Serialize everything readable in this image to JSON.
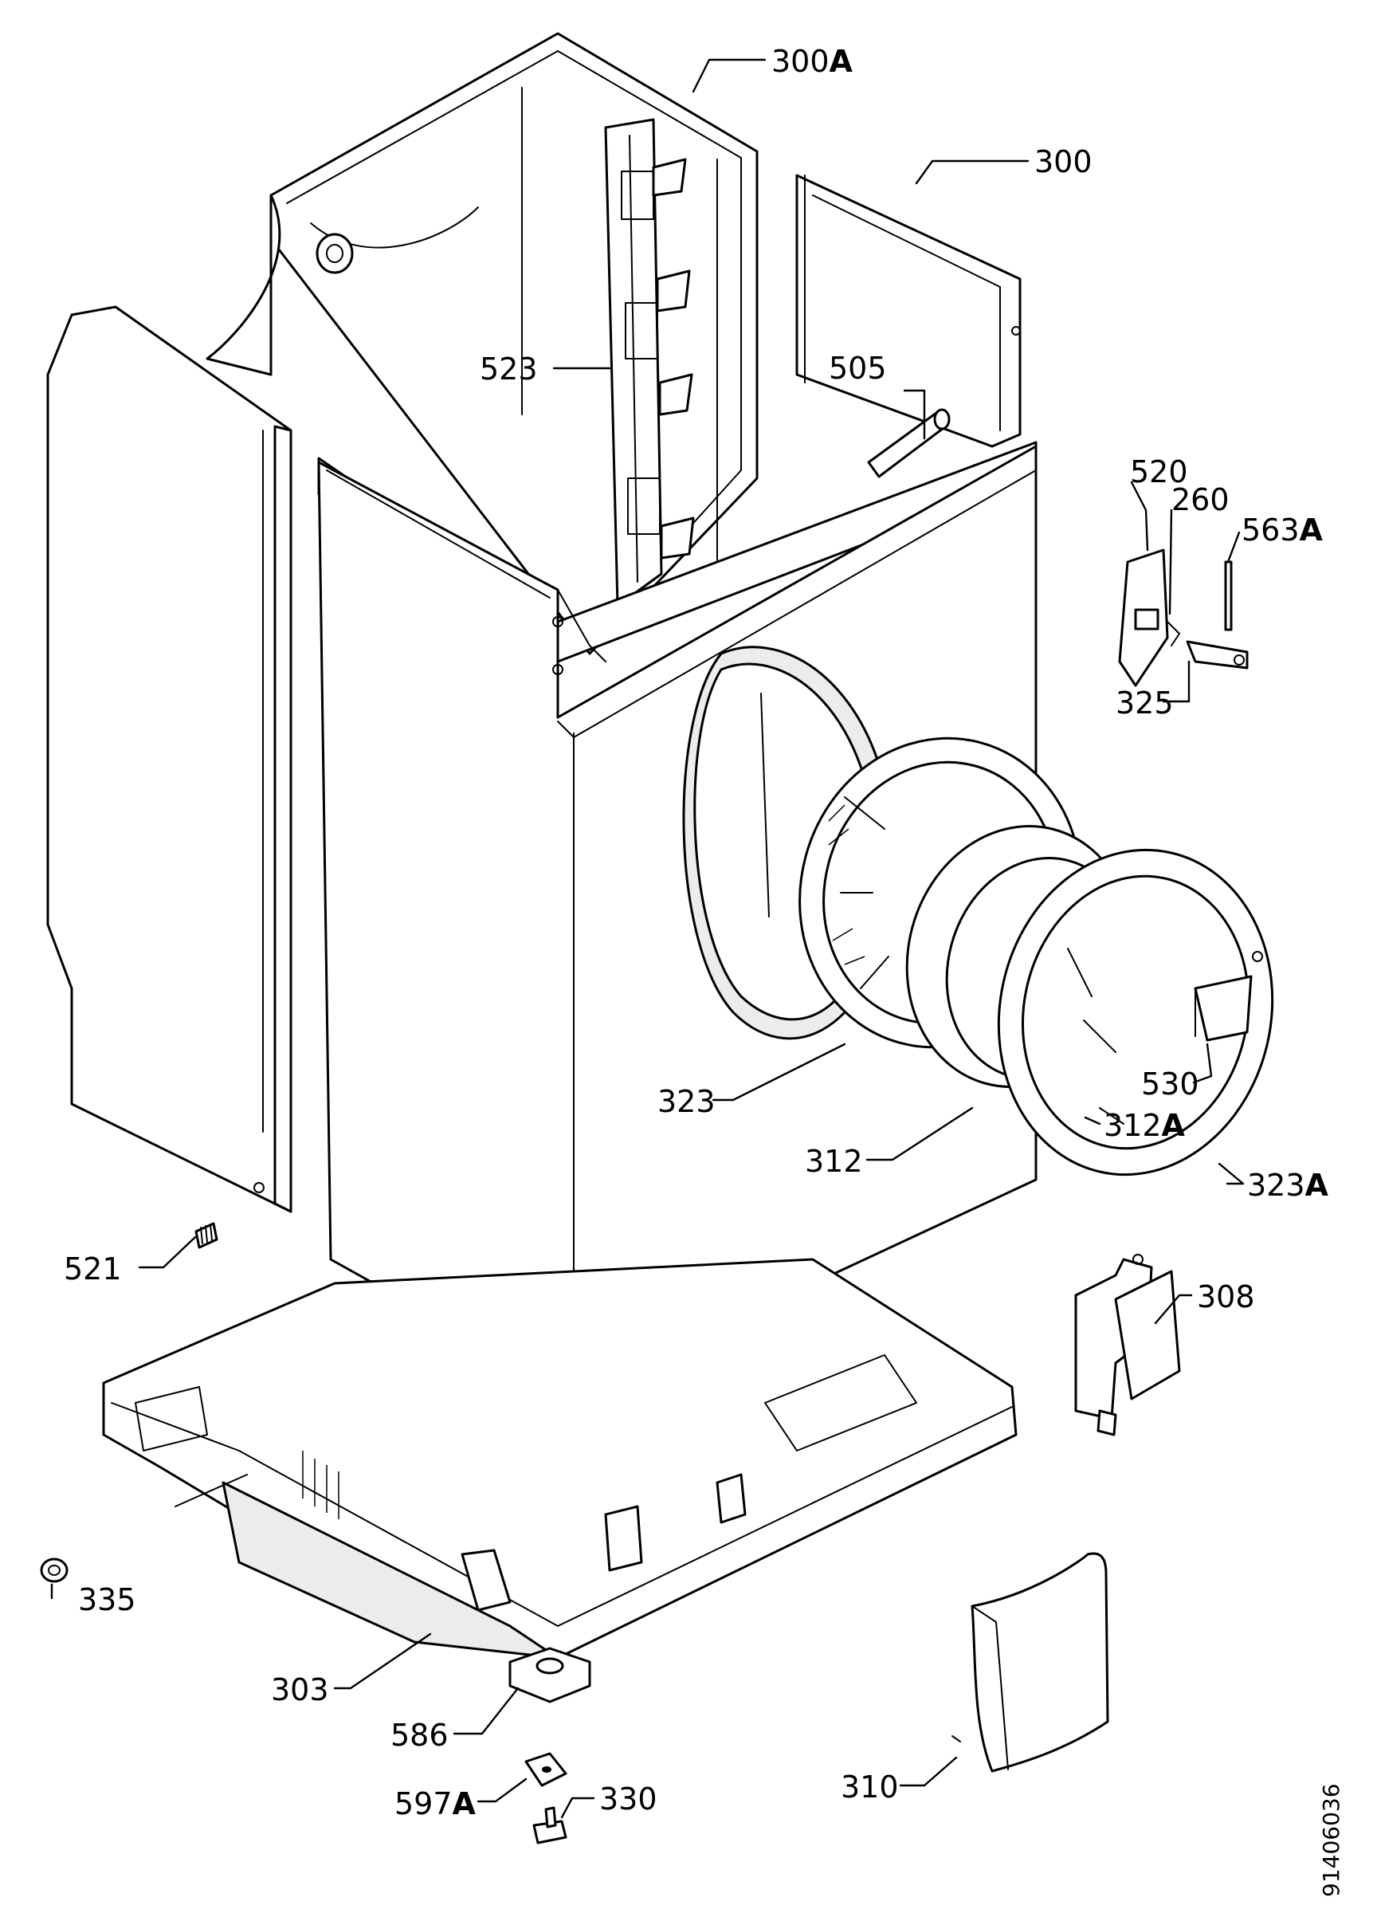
{
  "callouts": [
    {
      "num": "300",
      "suffix": "A"
    },
    {
      "num": "300",
      "suffix": ""
    },
    {
      "num": "523",
      "suffix": ""
    },
    {
      "num": "505",
      "suffix": ""
    },
    {
      "num": "520",
      "suffix": ""
    },
    {
      "num": "260",
      "suffix": ""
    },
    {
      "num": "563",
      "suffix": "A"
    },
    {
      "num": "325",
      "suffix": ""
    },
    {
      "num": "530",
      "suffix": ""
    },
    {
      "num": "323",
      "suffix": ""
    },
    {
      "num": "312",
      "suffix": "A"
    },
    {
      "num": "312",
      "suffix": ""
    },
    {
      "num": "323",
      "suffix": "A"
    },
    {
      "num": "521",
      "suffix": ""
    },
    {
      "num": "308",
      "suffix": ""
    },
    {
      "num": "335",
      "suffix": ""
    },
    {
      "num": "303",
      "suffix": ""
    },
    {
      "num": "586",
      "suffix": ""
    },
    {
      "num": "597",
      "suffix": "A"
    },
    {
      "num": "330",
      "suffix": ""
    },
    {
      "num": "310",
      "suffix": ""
    }
  ],
  "document_number": "91406036"
}
